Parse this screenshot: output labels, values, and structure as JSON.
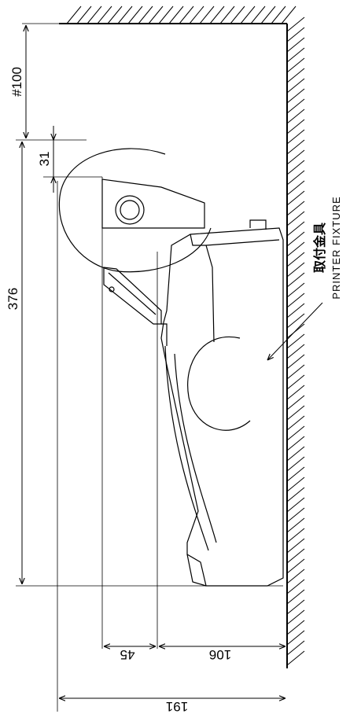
{
  "drawing": {
    "dimensions": {
      "top_clearance": "#100",
      "roll_offset": "31",
      "printer_height": "376",
      "depth_front": "45",
      "depth_body": "106",
      "total_depth": "191"
    },
    "labels": {
      "fixture_jp": "取付金具",
      "fixture_en": "PRINTER FIXTURE"
    }
  }
}
